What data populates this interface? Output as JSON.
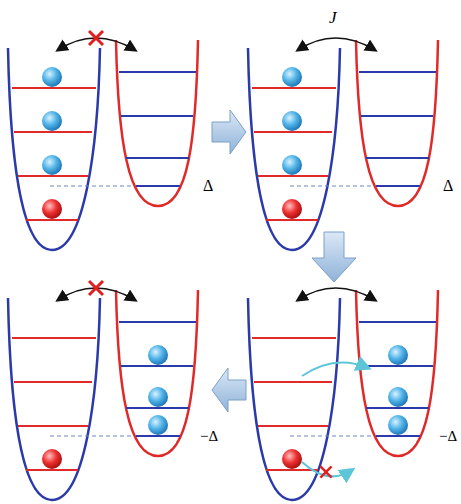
{
  "diagram": {
    "labels": [
      "Δ",
      "J",
      "Δ",
      "−Δ",
      "−Δ"
    ]
  }
}
